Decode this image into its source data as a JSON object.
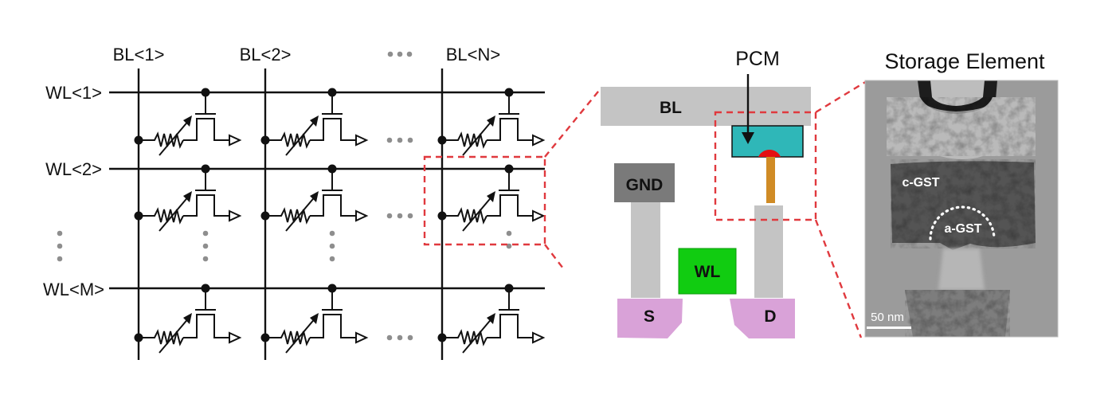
{
  "array": {
    "bitline_labels": [
      "BL<1>",
      "BL<2>",
      "BL<N>"
    ],
    "wordline_labels": [
      "WL<1>",
      "WL<2>",
      "WL<M>"
    ],
    "ellipsis": "…"
  },
  "cell_cross_section": {
    "bitline_label": "BL",
    "pcm_label": "PCM",
    "ground_label": "GND",
    "wordline_label": "WL",
    "source_label": "S",
    "drain_label": "D",
    "colors": {
      "bitline": "#c4c4c4",
      "ground": "#7a7a7a",
      "via": "#c4c4c4",
      "pcm": "#2fb7b8",
      "active_region": "#e40f12",
      "heater": "#d08b25",
      "wordline": "#11cc11",
      "diffusion": "#d9a2d8",
      "zoom_box": "#e0393e"
    }
  },
  "storage_element": {
    "title": "Storage Element",
    "crystalline_label": "c-GST",
    "amorphous_label": "a-GST",
    "scale_bar_label": "50 nm"
  }
}
